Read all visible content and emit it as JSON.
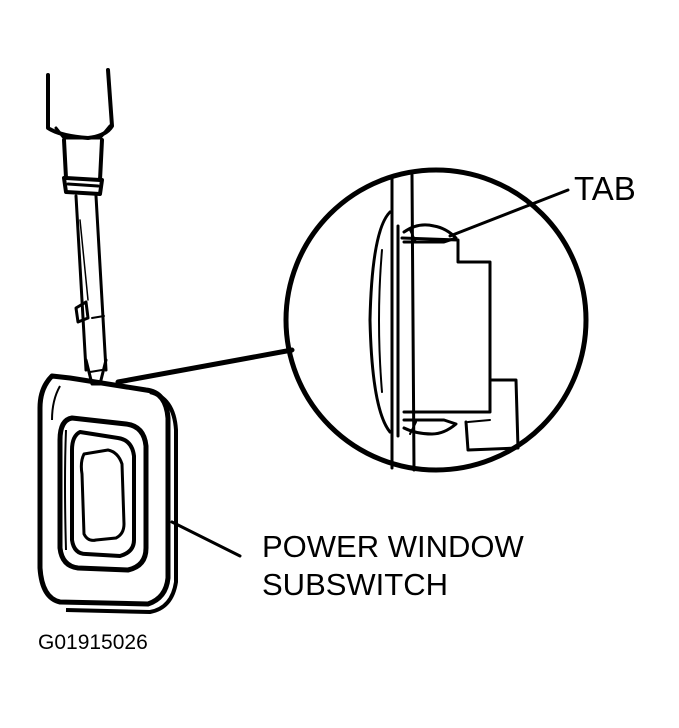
{
  "labels": {
    "tab": "TAB",
    "power_window_subswitch_line1": "POWER WINDOW",
    "power_window_subswitch_line2": "SUBSWITCH"
  },
  "figure_id": "G01915026",
  "colors": {
    "ink": "#000000",
    "paper": "#ffffff"
  }
}
